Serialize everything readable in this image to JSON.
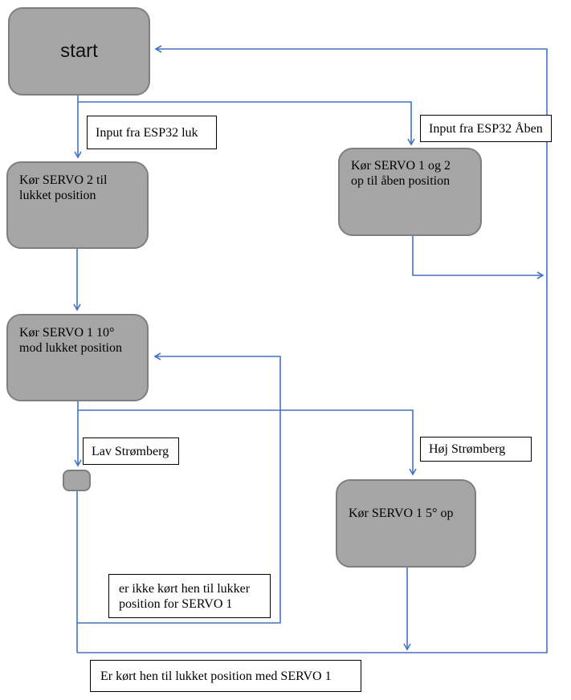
{
  "flowchart": {
    "nodes": {
      "start": "start",
      "servo2_close": "Kør SERVO 2 til\nlukket position",
      "servo1_10": "Kør SERVO 1 10°\nmod lukket position",
      "servo12_open": "Kør SERVO 1 og 2\nop til åben position",
      "servo1_5": "Kør SERVO 1 5° op"
    },
    "labels": {
      "input_luk": "Input fra ESP32 luk",
      "input_aaben": "Input fra ESP32 Åben",
      "lav_stromberg": "Lav Strømberg",
      "hoj_stromberg": "Høj Strømberg",
      "not_closed": "er ikke kørt hen til lukker\nposition for SERVO 1",
      "closed": "Er kørt hen til lukket position med SERVO 1"
    },
    "colors": {
      "connector": "#4472c4",
      "node_fill": "#a6a6a6",
      "node_border": "#7f7f7f",
      "label_border": "#000000"
    }
  }
}
